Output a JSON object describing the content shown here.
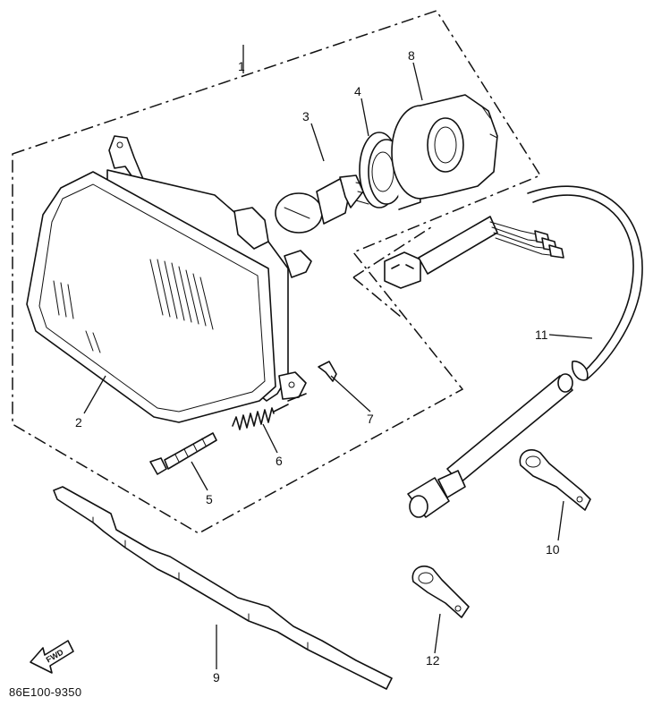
{
  "diagram": {
    "drawing_code": "86E100-9350",
    "fwd_label": "FWD",
    "callouts": [
      {
        "id": "c1",
        "label": "1",
        "part": "headlight-assembly"
      },
      {
        "id": "c2",
        "label": "2",
        "part": "headlight-unit"
      },
      {
        "id": "c3",
        "label": "3",
        "part": "bulb"
      },
      {
        "id": "c4",
        "label": "4",
        "part": "bulb-socket"
      },
      {
        "id": "c5",
        "label": "5",
        "part": "adjusting-screw"
      },
      {
        "id": "c6",
        "label": "6",
        "part": "spring"
      },
      {
        "id": "c7",
        "label": "7",
        "part": "clip-nut"
      },
      {
        "id": "c8",
        "label": "8",
        "part": "socket-cover"
      },
      {
        "id": "c9",
        "label": "9",
        "part": "headlight-stay"
      },
      {
        "id": "c10",
        "label": "10",
        "part": "wire-clamp"
      },
      {
        "id": "c11",
        "label": "11",
        "part": "sub-lead-wire"
      },
      {
        "id": "c12",
        "label": "12",
        "part": "wire-clamp"
      }
    ]
  }
}
